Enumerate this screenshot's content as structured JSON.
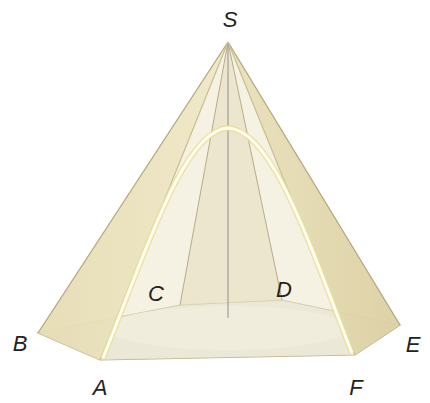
{
  "diagram": {
    "labels": [
      "S",
      "B",
      "C",
      "D",
      "E",
      "A",
      "F"
    ]
  }
}
